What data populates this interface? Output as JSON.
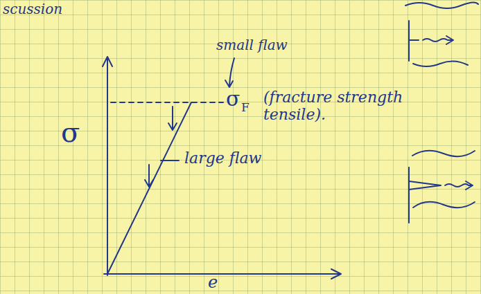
{
  "diagram": {
    "labels": [
      "scussion",
      "σ",
      "e",
      "small flaw",
      "σ",
      "F",
      "(fracture strength tensile).",
      "large flaw"
    ]
  }
}
